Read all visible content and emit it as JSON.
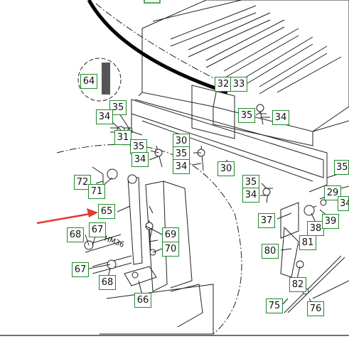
{
  "hm_text": "HM36",
  "part_labels": [
    "64",
    "32",
    "33",
    "35",
    "34",
    "35",
    "34",
    "31",
    "30",
    "35",
    "34",
    "35",
    "34",
    "30",
    "35",
    "72",
    "71",
    "35",
    "34",
    "29",
    "34",
    "65",
    "37",
    "38",
    "39",
    "67",
    "68",
    "69",
    "70",
    "81",
    "80",
    "67",
    "68",
    "82",
    "66",
    "75",
    "76"
  ],
  "colors": {
    "label_border": "#1f8a2a",
    "arrow": "#e53935",
    "line": "#222222"
  }
}
